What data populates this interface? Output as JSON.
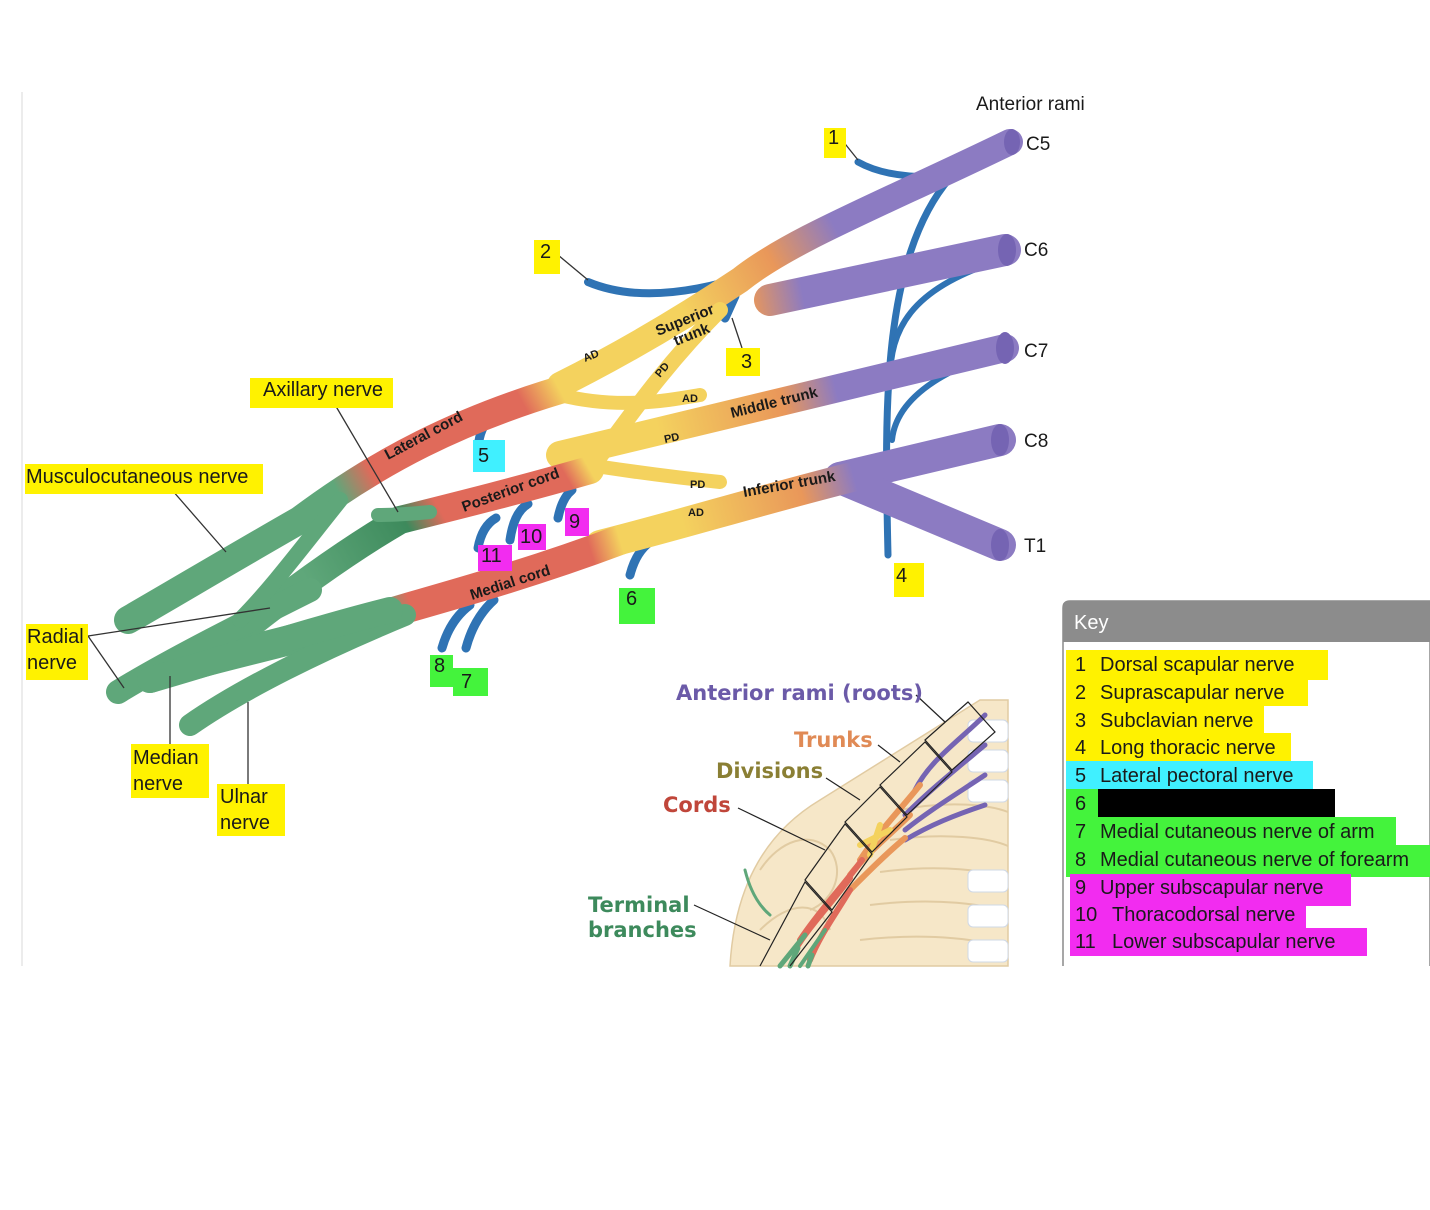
{
  "labels": {
    "anterior_rami": "Anterior rami",
    "roots": [
      "C5",
      "C6",
      "C7",
      "C8",
      "T1"
    ],
    "axillary": "Axillary nerve",
    "musculocutaneous": "Musculocutaneous nerve",
    "radial_1": "Radial",
    "radial_2": "nerve",
    "median_1": "Median",
    "median_2": "nerve",
    "ulnar_1": "Ulnar",
    "ulnar_2": "nerve"
  },
  "parts": {
    "superior_trunk_1": "Superior",
    "superior_trunk_2": "trunk",
    "middle_trunk": "Middle trunk",
    "inferior_trunk": "Inferior trunk",
    "lateral_cord": "Lateral cord",
    "posterior_cord": "Posterior cord",
    "medial_cord": "Medial cord",
    "ad": "AD",
    "pd": "PD"
  },
  "numbers": [
    "1",
    "2",
    "3",
    "4",
    "5",
    "6",
    "7",
    "8",
    "9",
    "10",
    "11"
  ],
  "inset": {
    "roots": "Anterior rami (roots)",
    "trunks": "Trunks",
    "divisions": "Divisions",
    "cords": "Cords",
    "terminal_1": "Terminal",
    "terminal_2": "branches"
  },
  "key": {
    "title": "Key",
    "items": [
      {
        "num": "1",
        "text": "Dorsal scapular nerve"
      },
      {
        "num": "2",
        "text": "Suprascapular nerve"
      },
      {
        "num": "3",
        "text": "Subclavian nerve"
      },
      {
        "num": "4",
        "text": "Long thoracic nerve"
      },
      {
        "num": "5",
        "text": "Lateral pectoral nerve"
      },
      {
        "num": "6",
        "text": ""
      },
      {
        "num": "7",
        "text": "Medial cutaneous nerve of arm"
      },
      {
        "num": "8",
        "text": "Medial cutaneous nerve of forearm"
      },
      {
        "num": "9",
        "text": "Upper subscapular nerve"
      },
      {
        "num": "10",
        "text": "Thoracodorsal nerve"
      },
      {
        "num": "11",
        "text": "Lower subscapular nerve"
      }
    ]
  },
  "colors": {
    "roots": "#8c7bc2",
    "trunks": "#e9975a",
    "divisions": "#f4d25e",
    "cords": "#e06a5a",
    "terminal": "#5fa77a",
    "branch": "#3a7fbf",
    "highlight_yellow": "#fff200",
    "highlight_cyan": "#40f0ff",
    "highlight_green": "#44f33c",
    "highlight_magenta": "#f22cf0"
  }
}
